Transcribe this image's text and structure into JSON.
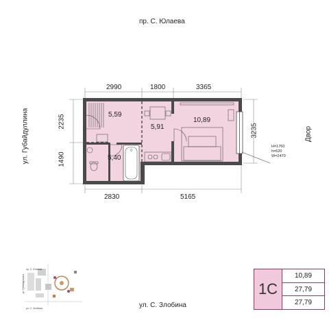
{
  "streets": {
    "top": "пр. С. Юлаева",
    "bottom": "ул. С. Злобина",
    "left": "ул. Губайдуллина",
    "right": "Двор"
  },
  "dimensions": {
    "top": [
      "2990",
      "1800",
      "3365"
    ],
    "bottom": [
      "2830",
      "5165"
    ],
    "left": [
      "2235",
      "1490"
    ],
    "right": [
      "3235"
    ]
  },
  "rooms": [
    {
      "id": "hall",
      "area": "5,59"
    },
    {
      "id": "kitchen",
      "area": "5,91"
    },
    {
      "id": "living",
      "area": "10,89"
    },
    {
      "id": "bath",
      "area": "5,40"
    }
  ],
  "window_spec": {
    "h1": "H=1760",
    "h2": "h=620",
    "w": "W=2470"
  },
  "info": {
    "type": "1С",
    "values": [
      "10,89",
      "27,79",
      "27,79"
    ]
  },
  "minimap": {
    "labels": [
      "пр. С. Юлаева",
      "ул. Губайдуллина",
      "ул. С. Злобина"
    ]
  },
  "colors": {
    "room_fill": "#f2d3e0",
    "wall": "#4a4a4a",
    "accent": "#8a3a66",
    "info_fill": "#f0c9dc"
  }
}
